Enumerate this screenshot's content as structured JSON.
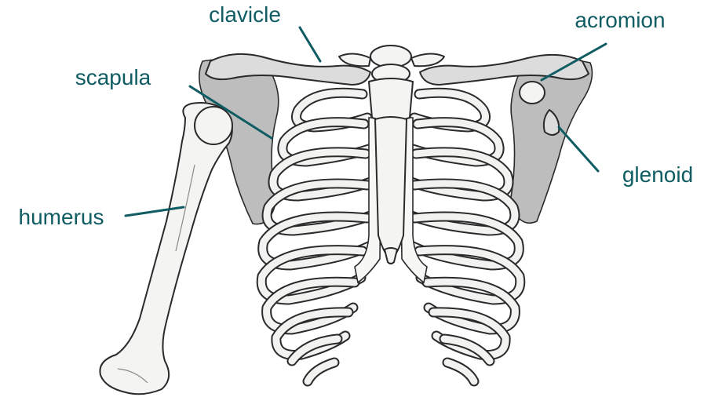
{
  "diagram": {
    "labels": {
      "clavicle": "clavicle",
      "acromion": "acromion",
      "scapula": "scapula",
      "glenoid": "glenoid",
      "humerus": "humerus"
    },
    "colors": {
      "label": "#0f5c63",
      "bone": "#f4f4f2",
      "scapula": "#bdbdbd",
      "outline": "#2a2a2a"
    }
  }
}
